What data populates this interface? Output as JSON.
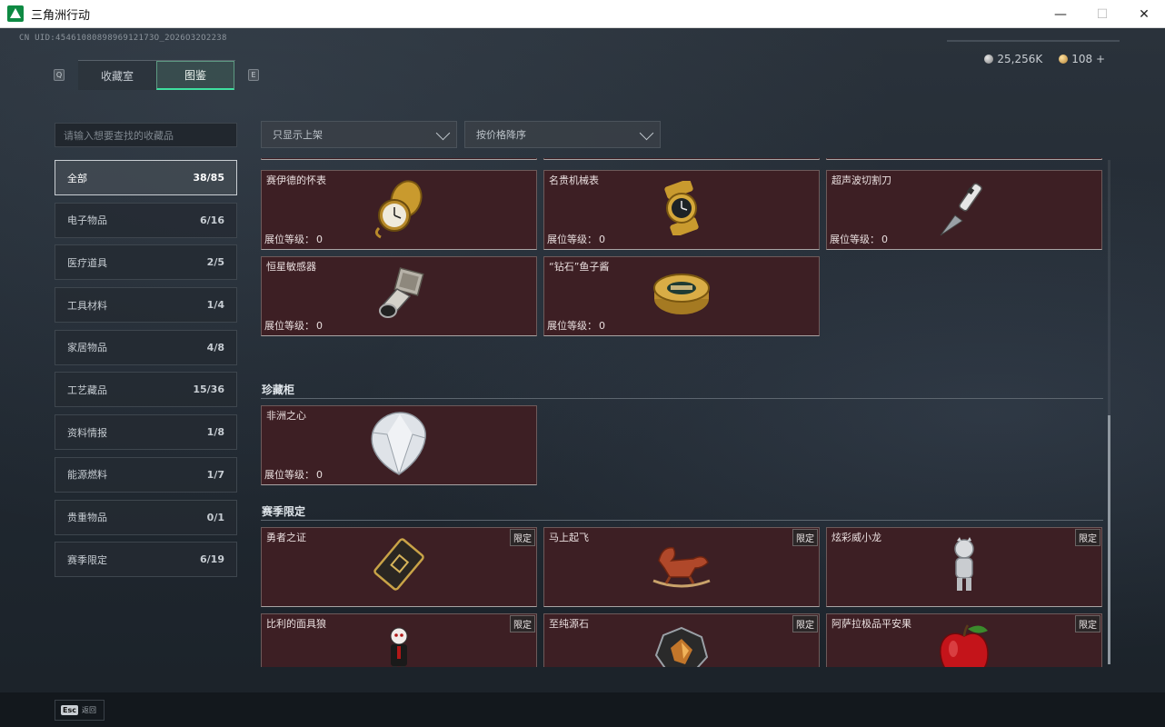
{
  "window": {
    "title": "三角洲行动",
    "minimize": "—",
    "maximize": "☐",
    "close": "✕"
  },
  "uid": "CN UID:4546108089896912173O_2O26O32O2238",
  "tabs": {
    "left_key": "Q",
    "right_key": "E",
    "items": [
      "收藏室",
      "图鉴"
    ],
    "active": "图鉴"
  },
  "currency": {
    "silver": "25,256K",
    "gold": "108 +"
  },
  "search": {
    "placeholder": "请输入想要查找的收藏品"
  },
  "categories": [
    {
      "label": "全部",
      "count": "38/85"
    },
    {
      "label": "电子物品",
      "count": "6/16"
    },
    {
      "label": "医疗道具",
      "count": "2/5"
    },
    {
      "label": "工具材料",
      "count": "1/4"
    },
    {
      "label": "家居物品",
      "count": "4/8"
    },
    {
      "label": "工艺藏品",
      "count": "15/36"
    },
    {
      "label": "资料情报",
      "count": "1/8"
    },
    {
      "label": "能源燃料",
      "count": "1/7"
    },
    {
      "label": "贵重物品",
      "count": "0/1"
    },
    {
      "label": "赛季限定",
      "count": "6/19"
    }
  ],
  "filters": {
    "shelf": "只显示上架",
    "sort": "按价格降序"
  },
  "level_label": "展位等级：",
  "limited_label": "限定",
  "items_top": [
    {
      "name": "赛伊德的怀表",
      "level": "0",
      "icon": "pocket-watch-icon"
    },
    {
      "name": "名贵机械表",
      "level": "0",
      "icon": "wrist-watch-icon"
    },
    {
      "name": "超声波切割刀",
      "level": "0",
      "icon": "ultrasonic-knife-icon"
    },
    {
      "name": "恒星敏感器",
      "level": "0",
      "icon": "star-sensor-icon"
    },
    {
      "name": "“钻石”鱼子酱",
      "level": "0",
      "icon": "caviar-tin-icon"
    }
  ],
  "section_treasure": {
    "title": "珍藏柜",
    "items": [
      {
        "name": "非洲之心",
        "level": "0",
        "icon": "diamond-icon"
      }
    ]
  },
  "section_season": {
    "title": "赛季限定",
    "items": [
      {
        "name": "勇者之证",
        "icon": "badge-card-icon"
      },
      {
        "name": "马上起飞",
        "icon": "rocking-horse-icon"
      },
      {
        "name": "炫彩威小龙",
        "icon": "dragon-figure-icon"
      },
      {
        "name": "比利的面具狼",
        "icon": "puppet-doll-icon"
      },
      {
        "name": "至纯源石",
        "icon": "source-stone-icon"
      },
      {
        "name": "阿萨拉极品平安果",
        "icon": "apple-icon"
      }
    ]
  },
  "footer": {
    "esc_key": "Esc",
    "esc_label": "返回"
  }
}
